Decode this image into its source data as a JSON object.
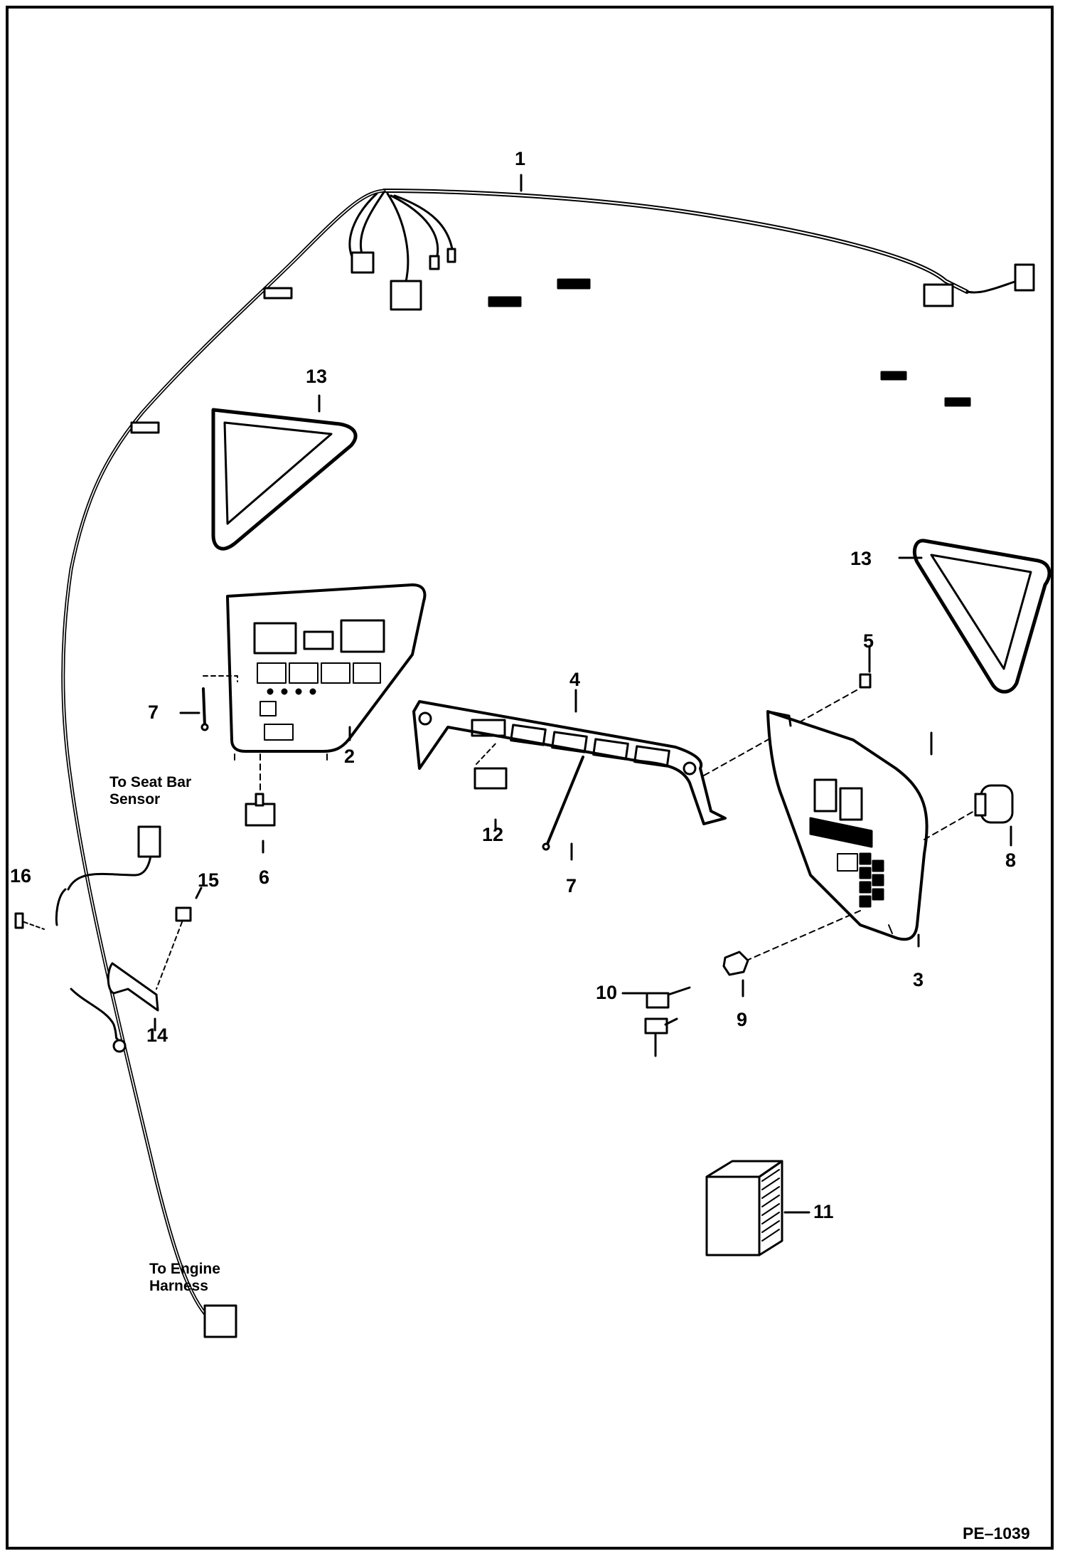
{
  "diagram": {
    "code": "PE–1039",
    "colors": {
      "ink": "#000000",
      "paper": "#ffffff",
      "fill": "#d9d9d9"
    },
    "callouts": [
      {
        "id": "c1",
        "text": "1"
      },
      {
        "id": "c2",
        "text": "2"
      },
      {
        "id": "c3",
        "text": "3"
      },
      {
        "id": "c4",
        "text": "4"
      },
      {
        "id": "c5",
        "text": "5"
      },
      {
        "id": "c6",
        "text": "6"
      },
      {
        "id": "c7a",
        "text": "7"
      },
      {
        "id": "c7b",
        "text": "7"
      },
      {
        "id": "c8",
        "text": "8"
      },
      {
        "id": "c9",
        "text": "9"
      },
      {
        "id": "c10",
        "text": "10"
      },
      {
        "id": "c11",
        "text": "11"
      },
      {
        "id": "c12",
        "text": "12"
      },
      {
        "id": "c13a",
        "text": "13"
      },
      {
        "id": "c13b",
        "text": "13"
      },
      {
        "id": "c14",
        "text": "14"
      },
      {
        "id": "c15",
        "text": "15"
      },
      {
        "id": "c16",
        "text": "16"
      }
    ],
    "notes": {
      "seat_bar": "To Seat Bar\nSensor",
      "engine": "To Engine\nHarness"
    }
  }
}
